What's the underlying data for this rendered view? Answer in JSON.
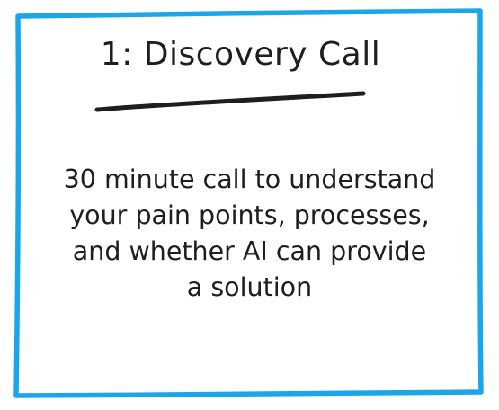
{
  "card": {
    "title": "1: Discovery Call",
    "description_lines": [
      "30 minute call to understand",
      "your pain points, processes,",
      "and whether AI can provide",
      "a solution"
    ]
  },
  "colors": {
    "border": "#1aa6e8",
    "text": "#1e1e1e",
    "underline": "#1e1e1e",
    "background": "#ffffff"
  }
}
